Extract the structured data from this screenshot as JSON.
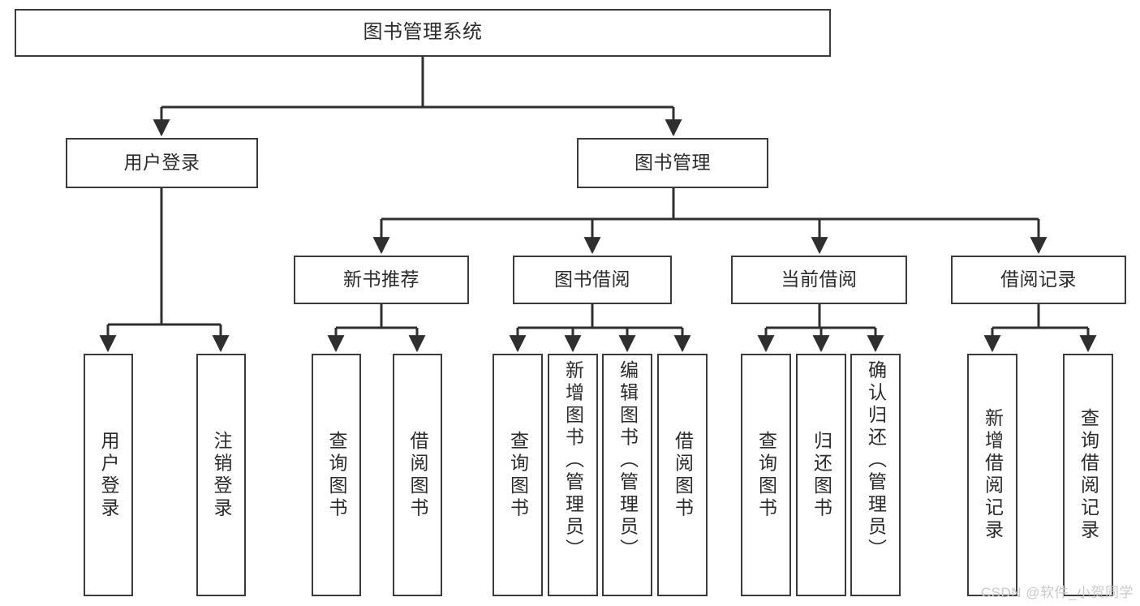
{
  "diagram": {
    "type": "tree",
    "title": "图书管理系统",
    "watermark": "CSDN @软件_小贺同学",
    "colors": {
      "node_border": "#3b3b3b",
      "node_fill": "#ffffff",
      "edge": "#2f2f2f",
      "text": "#2b2b2b",
      "watermark": "#c9c9c9",
      "background": "#ffffff"
    },
    "levels": {
      "root": {
        "label": "图书管理系统"
      },
      "level2": [
        {
          "label": "用户登录"
        },
        {
          "label": "图书管理"
        }
      ],
      "level3": [
        {
          "label": "新书推荐"
        },
        {
          "label": "图书借阅"
        },
        {
          "label": "当前借阅"
        },
        {
          "label": "借阅记录"
        }
      ],
      "leaves": {
        "user_login": [
          {
            "label": "用户登录"
          },
          {
            "label": "注销登录"
          }
        ],
        "new_book_recommend": [
          {
            "label": "查询图书"
          },
          {
            "label": "借阅图书"
          }
        ],
        "book_borrow": [
          {
            "label": "查询图书"
          },
          {
            "label": "新增图书（管理员）"
          },
          {
            "label": "编辑图书（管理员）"
          },
          {
            "label": "借阅图书"
          }
        ],
        "current_borrow": [
          {
            "label": "查询图书"
          },
          {
            "label": "归还图书"
          },
          {
            "label": "确认归还（管理员）"
          }
        ],
        "borrow_record": [
          {
            "label": "新增借阅记录"
          },
          {
            "label": "查询借阅记录"
          }
        ]
      }
    }
  }
}
